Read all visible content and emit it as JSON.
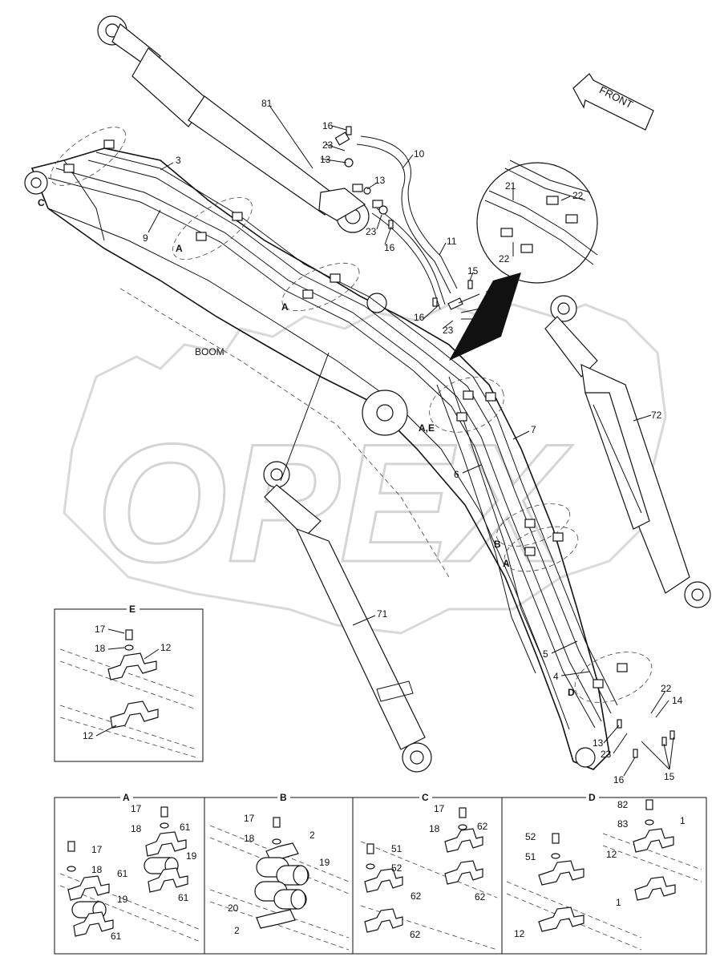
{
  "watermark": "OPEX",
  "labels": {
    "boom": "BOOM",
    "front": "FRONT"
  },
  "main_callouts": {
    "c81": "81",
    "c3": "3",
    "c9": "9",
    "c16a": "16",
    "c23a": "23",
    "c13a": "13",
    "c10": "10",
    "c13b": "13",
    "c23b": "23",
    "c16b": "16",
    "c11": "11",
    "c15a": "15",
    "c14a": "14",
    "c22a": "22",
    "c13c": "13",
    "c16c": "16",
    "c23c": "23",
    "c21": "21",
    "c22b": "22",
    "c22c": "22",
    "c72": "72",
    "c7": "7",
    "c6": "6",
    "c71": "71",
    "c5": "5",
    "c4": "4",
    "c22d": "22",
    "c14b": "14",
    "c13d": "13",
    "c23d": "23",
    "c16d": "16",
    "c15b": "15",
    "secA1": "A",
    "secA2": "A",
    "secC": "C",
    "secAE": "A,E",
    "secB": "B",
    "secA3": "A",
    "secD": "D"
  },
  "detail_E": {
    "title": "E",
    "c17": "17",
    "c18": "18",
    "c12a": "12",
    "c12b": "12"
  },
  "detail_A": {
    "title": "A",
    "c17a": "17",
    "c18a": "18",
    "c61a": "61",
    "c19a": "19",
    "c61b": "61",
    "c17b": "17",
    "c18b": "18",
    "c61c": "61",
    "c19b": "19",
    "c61d": "61"
  },
  "detail_B": {
    "title": "B",
    "c17": "17",
    "c18": "18",
    "c2a": "2",
    "c19": "19",
    "c20": "20",
    "c2b": "2"
  },
  "detail_C": {
    "title": "C",
    "c17": "17",
    "c18": "18",
    "c62a": "62",
    "c51": "51",
    "c52": "52",
    "c62b": "62",
    "c62c": "62",
    "c62d": "62"
  },
  "detail_D": {
    "title": "D",
    "c82": "82",
    "c83": "83",
    "c1a": "1",
    "c52": "52",
    "c51": "51",
    "c12a": "12",
    "c1b": "1",
    "c12b": "12"
  }
}
